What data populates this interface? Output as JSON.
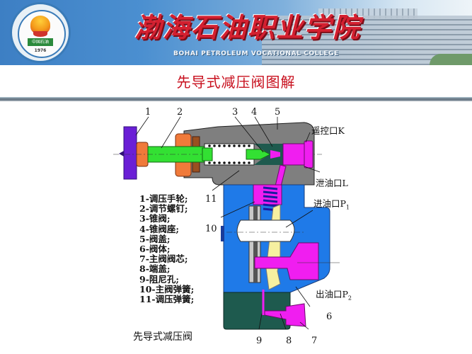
{
  "banner": {
    "college_name_cn": "渤海石油职业学院",
    "college_name_en": "BOHAI PETROLEUM VOCATIONAL COLLEGE",
    "logo": {
      "icon": "college-emblem-icon",
      "book_text": "中国石油",
      "year": "1976"
    }
  },
  "page": {
    "title": "先导式减压阀图解",
    "caption": "先导式减压阀"
  },
  "diagram": {
    "callouts": [
      "1",
      "2",
      "3",
      "4",
      "5",
      "6",
      "7",
      "8",
      "9",
      "10",
      "11"
    ],
    "ports": {
      "remote_control": "遥控口K",
      "drain": "泄油口L",
      "inlet": "进油口P",
      "inlet_sub": "1",
      "outlet": "出油口P",
      "outlet_sub": "2"
    },
    "colors": {
      "handwheel": "#6a1fd6",
      "nut": "#f07a3a",
      "screw": "#33e033",
      "body_gray": "#7a7a7a",
      "valve_body": "#1f7ae8",
      "magenta": "#f01ef0",
      "dark_green": "#1e5a4e",
      "spring_blue": "#2a2ad0",
      "yellow": "#f6f0a0"
    }
  },
  "legend": {
    "items": [
      "1-调压手轮;",
      "2-调节螺钉;",
      "3-锥阀;",
      "4-锥阀座;",
      "5-阀盖;",
      "6-阀体;",
      "7-主阀阀芯;",
      "8-端盖;",
      "9-阻尼孔;",
      "10-主阀弹簧;",
      "11-调压弹簧;"
    ]
  }
}
